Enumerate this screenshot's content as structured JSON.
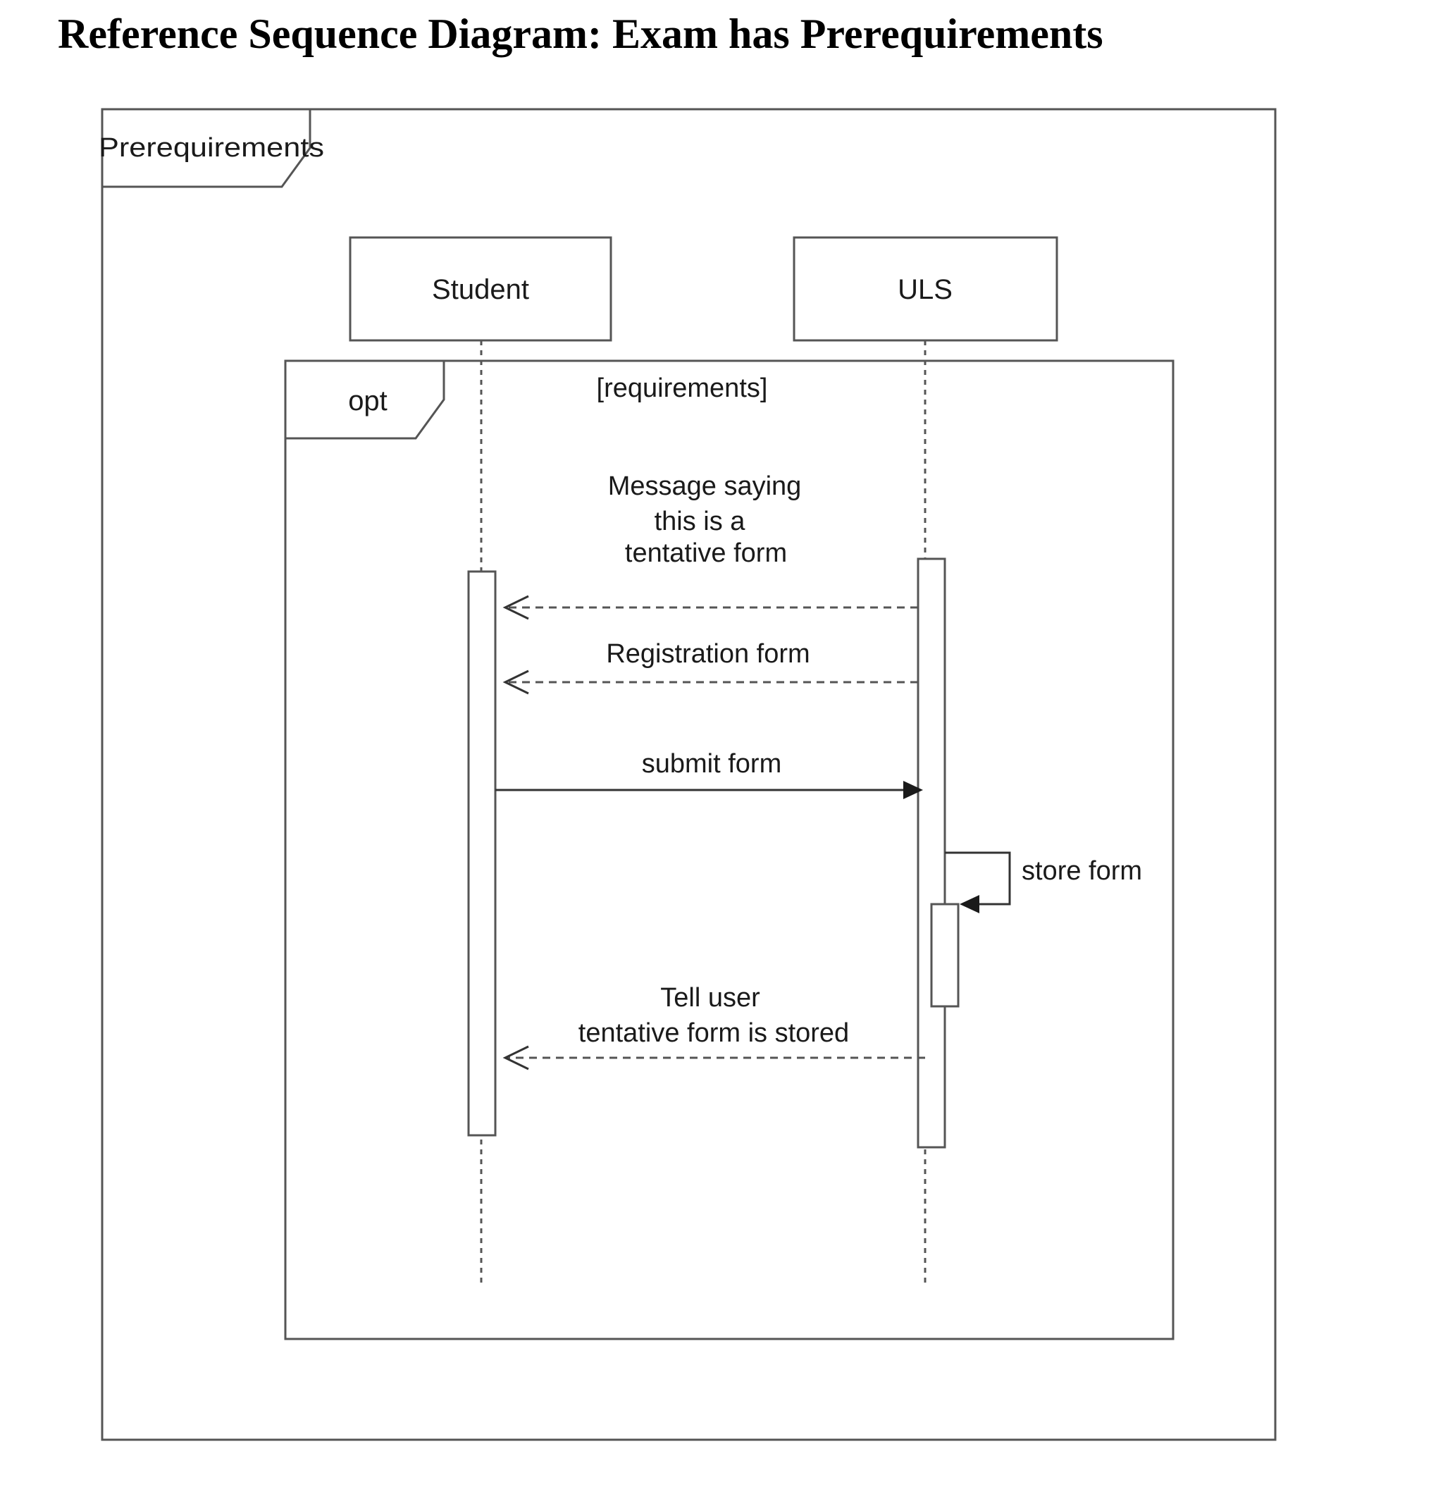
{
  "title": "Reference Sequence Diagram: Exam has Prerequirements",
  "diagram": {
    "frame_label": "Prerequirements",
    "participants": [
      {
        "id": "student",
        "name": "Student"
      },
      {
        "id": "uls",
        "name": "ULS"
      }
    ],
    "fragment": {
      "operator": "opt",
      "guard": "[requirements]"
    },
    "messages": [
      {
        "id": "m1",
        "from": "uls",
        "to": "student",
        "kind": "reply",
        "lines": [
          "Message saying",
          "this is a",
          "tentative form"
        ]
      },
      {
        "id": "m2",
        "from": "uls",
        "to": "student",
        "kind": "reply",
        "lines": [
          "Registration form"
        ]
      },
      {
        "id": "m3",
        "from": "student",
        "to": "uls",
        "kind": "sync",
        "lines": [
          "submit form"
        ]
      },
      {
        "id": "m4",
        "from": "uls",
        "to": "uls",
        "kind": "self",
        "lines": [
          "store form"
        ]
      },
      {
        "id": "m5",
        "from": "uls",
        "to": "student",
        "kind": "reply",
        "lines": [
          "Tell user",
          "tentative form is stored"
        ]
      }
    ],
    "colors": {
      "stroke": "#555555",
      "text": "#1a1a1a",
      "background": "#ffffff"
    }
  }
}
